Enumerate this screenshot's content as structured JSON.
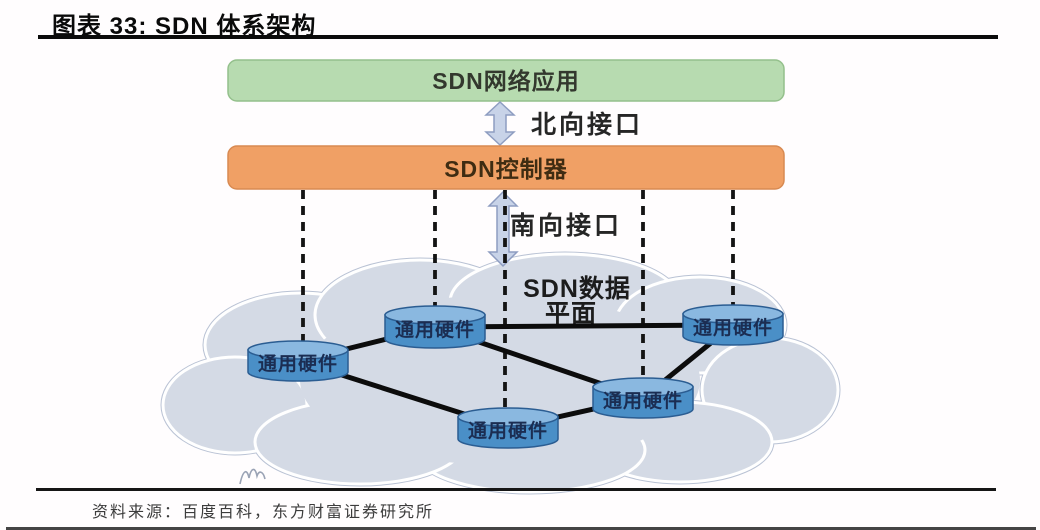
{
  "figure": {
    "title": "图表 33: SDN 体系架构",
    "source": "资料来源：百度百科，东方财富证券研究所"
  },
  "diagram": {
    "app_box": {
      "label": "SDN网络应用"
    },
    "controller_box": {
      "label": "SDN控制器"
    },
    "northbound": {
      "label": "北向接口"
    },
    "southbound": {
      "label": "南向接口"
    },
    "data_plane": {
      "label_line1": "SDN数据",
      "label_line2": "平面"
    },
    "nodes": [
      {
        "label": "通用硬件"
      },
      {
        "label": "通用硬件"
      },
      {
        "label": "通用硬件"
      },
      {
        "label": "通用硬件"
      },
      {
        "label": "通用硬件"
      }
    ]
  },
  "colors": {
    "app_box_fill": "#b7dbb0",
    "app_box_border": "#94c08c",
    "controller_box_fill": "#f0a065",
    "controller_box_border": "#d88a52",
    "arrow_fill": "#c8d3e8",
    "arrow_border": "#8e9dc1",
    "cloud_fill": "#d4dae5",
    "node_fill": "#4a8fc7",
    "node_top_fill": "#8ab8e0",
    "node_border": "#2b5d92",
    "link_color": "#0c0c0c"
  }
}
